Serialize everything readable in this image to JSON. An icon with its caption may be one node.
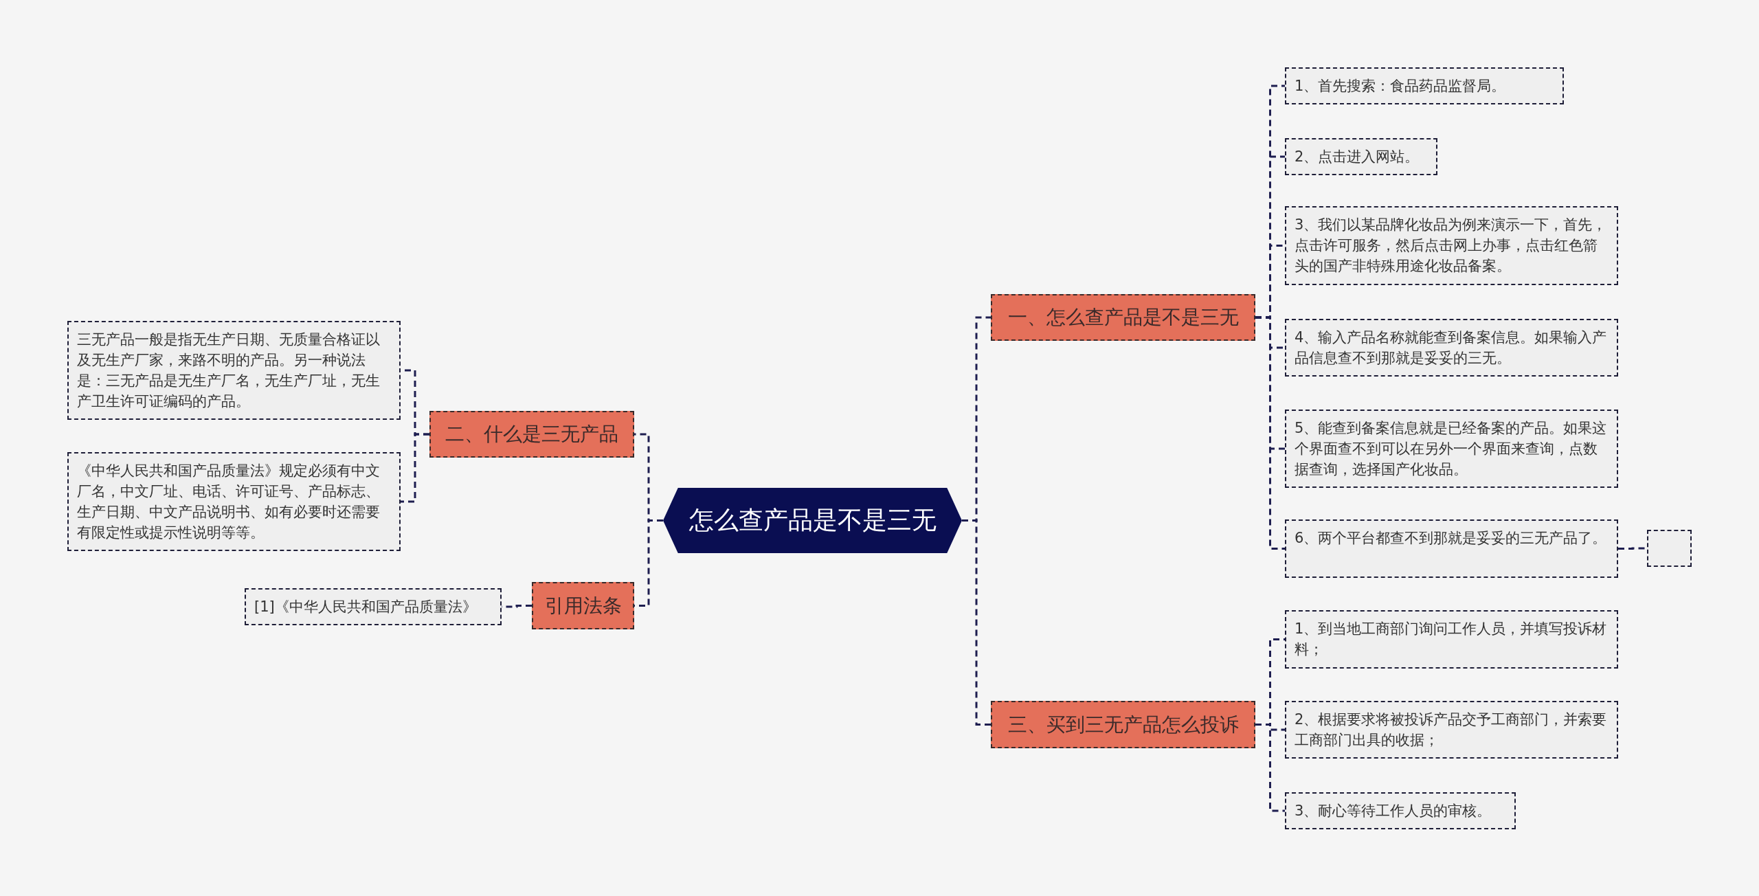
{
  "diagram": {
    "nodes": [
      {
        "text": [
          "怎么查产品是不是三无"
        ]
      },
      {
        "text": [
          "一、怎么查产品是不是三无"
        ]
      },
      {
        "text": [
          "1、首先搜索：食品药品监督局。"
        ]
      },
      {
        "text": [
          "2、点击进入网站。"
        ]
      },
      {
        "text": [
          "3、我们以某品牌化妆品为例来演示一下，首先，点击许可服务，然后点击网上办事，点击红色箭头的国产非特殊用途化妆品备案。"
        ]
      },
      {
        "text": [
          "4、输入产品名称就能查到备案信息。如果输入产品信息查不到那就是妥妥的三无。"
        ]
      },
      {
        "text": [
          "5、能查到备案信息就是已经备案的产品。如果这个界面查不到可以在另外一个界面来查询，点数据查询，选择国产化妆品。"
        ]
      },
      {
        "text": [
          "6、两个平台都查不到那就是妥妥的三无产品了。"
        ]
      },
      {
        "text": [],
        "shape": "box"
      },
      {
        "text": [
          "三、买到三无产品怎么投诉"
        ]
      },
      {
        "text": [
          "1、到当地工商部门询问工作人员，并填写投诉材料；"
        ]
      },
      {
        "text": [
          "2、根据要求将被投诉产品交予工商部门，并索要工商部门出具的收据；"
        ]
      },
      {
        "text": [
          "3、耐心等待工作人员的审核。"
        ]
      },
      {
        "text": [
          "二、什么是三无产品"
        ]
      },
      {
        "text": [
          "三无产品一般是指无生产日期、无质量合格证以及无生产厂家，来路不明的产品。另一种说法是：三无产品是无生产厂名，无生产厂址，无生产卫生许可证编码的产品。"
        ]
      },
      {
        "text": [
          "《中华人民共和国产品质量法》规定必须有中文厂名，中文厂址、电话、许可证号、产品标志、生产日期、中文产品说明书、如有必要时还需要有限定性或提示性说明等等。"
        ]
      },
      {
        "text": [
          "引用法条"
        ]
      },
      {
        "text": [
          "[1]《中华人民共和国产品质量法》"
        ]
      }
    ],
    "edges": [
      {
        "from": 0,
        "to": 1,
        "arrow": "none"
      },
      {
        "from": 1,
        "to": 2,
        "arrow": "none"
      },
      {
        "from": 1,
        "to": 3,
        "arrow": "none"
      },
      {
        "from": 1,
        "to": 4,
        "arrow": "none"
      },
      {
        "from": 1,
        "to": 5,
        "arrow": "none"
      },
      {
        "from": 1,
        "to": 6,
        "arrow": "none"
      },
      {
        "from": 1,
        "to": 7,
        "arrow": "none"
      },
      {
        "from": 7,
        "to": 8,
        "arrow": "none"
      },
      {
        "from": 0,
        "to": 9,
        "arrow": "none"
      },
      {
        "from": 9,
        "to": 10,
        "arrow": "none"
      },
      {
        "from": 9,
        "to": 11,
        "arrow": "none"
      },
      {
        "from": 9,
        "to": 12,
        "arrow": "none"
      },
      {
        "from": 0,
        "to": 13,
        "arrow": "none"
      },
      {
        "from": 13,
        "to": 14,
        "arrow": "none"
      },
      {
        "from": 13,
        "to": 15,
        "arrow": "none"
      },
      {
        "from": 0,
        "to": 16,
        "arrow": "none"
      },
      {
        "from": 16,
        "to": 17,
        "arrow": "none"
      }
    ]
  }
}
